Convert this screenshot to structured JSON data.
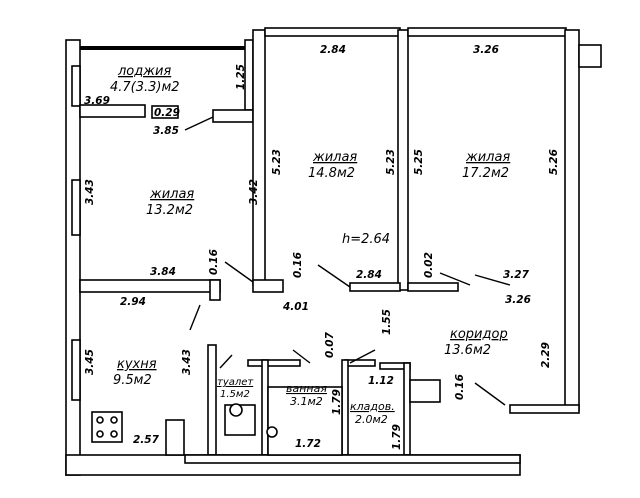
{
  "rooms": {
    "loggia": {
      "name": "лоджия",
      "area": "4.7(3.3)м2"
    },
    "bedroom_left": {
      "name": "жилая",
      "area": "13.2м2"
    },
    "bedroom_mid": {
      "name": "жилая",
      "area": "14.8м2"
    },
    "bedroom_right": {
      "name": "жилая",
      "area": "17.2м2"
    },
    "kitchen": {
      "name": "кухня",
      "area": "9.5м2"
    },
    "toilet": {
      "name": "туалет",
      "area": "1.5м2"
    },
    "bathroom": {
      "name": "ванная",
      "area": "3.1м2"
    },
    "storage": {
      "name": "кладов.",
      "area": "2.0м2"
    },
    "corridor": {
      "name": "коридор",
      "area": "13.6м2"
    }
  },
  "ceiling_height": "h=2.64",
  "dims": {
    "loggia_w": "3.69",
    "loggia_h": "1.25",
    "loggia_step": "0.29",
    "bl_top": "3.85",
    "bl_left": "3.43",
    "bl_right": "3.42",
    "bl_bottom": "3.84",
    "bl_wall": "0.16",
    "bm_top": "2.84",
    "bm_left": "5.23",
    "bm_right": "5.23",
    "bm_bottom": "2.84",
    "bm_wall": "0.16",
    "br_top": "3.26",
    "br_left": "5.25",
    "br_right": "5.26",
    "br_bottom1": "3.27",
    "br_bottom2": "3.26",
    "br_wall": "0.02",
    "k_top": "2.94",
    "k_left": "3.45",
    "k_right": "3.43",
    "k_bottom": "2.57",
    "hall": "4.01",
    "hall_wall": "0.07",
    "hall_v": "1.55",
    "bath_h": "1.79",
    "bath_w": "1.72",
    "st_top": "1.12",
    "st_h": "1.79",
    "st_wall": "0.16",
    "corr_h": "2.29"
  }
}
